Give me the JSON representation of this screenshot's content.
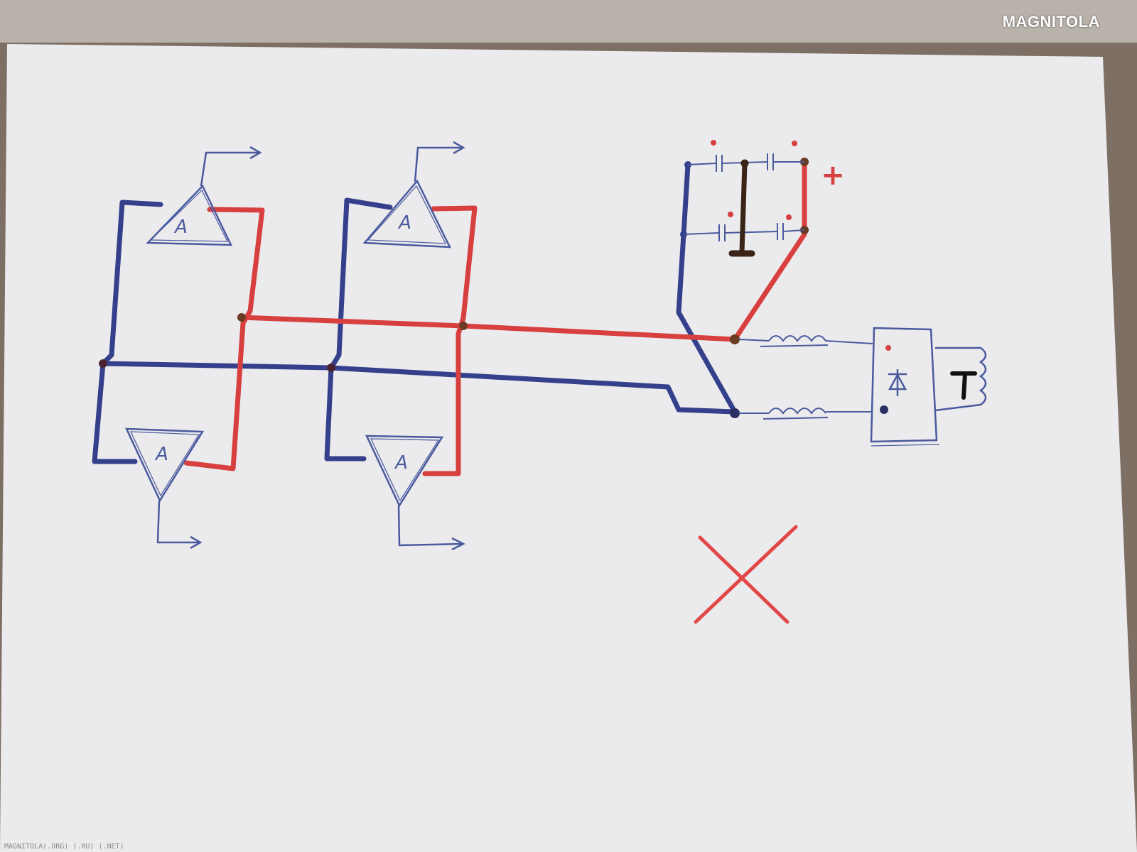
{
  "logo": "MAGNITOLA",
  "footer": "MAGNITOLA(.ORG) (.RU) (.NET)",
  "amplifier_label": "A",
  "plus_label": "+",
  "colors": {
    "paper": "#ebeaec",
    "background": "#7d6f63",
    "blue_wire": "#34408c",
    "red_wire": "#d8403f",
    "pen_blue": "#4a5a9e",
    "brown": "#3a2418"
  }
}
